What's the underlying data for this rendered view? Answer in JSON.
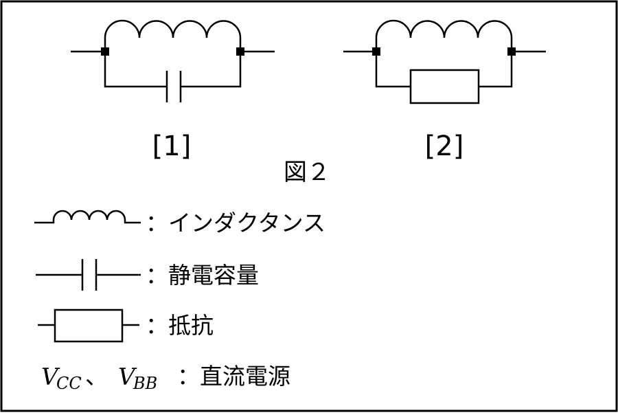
{
  "figure": {
    "title": "図２",
    "circuits": [
      {
        "label": "[1]"
      },
      {
        "label": "[2]"
      }
    ]
  },
  "legend": {
    "items": [
      {
        "symbol": "inductor",
        "text": "：インダクタンス"
      },
      {
        "symbol": "capacitor",
        "text": "：静電容量"
      },
      {
        "symbol": "resistor",
        "text": "：抵抗"
      }
    ],
    "dc_source": {
      "v1_main": "V",
      "v1_sub": "CC",
      "sep": "、",
      "v2_main": "V",
      "v2_sub": "BB",
      "text": "：直流電源"
    }
  },
  "colors": {
    "line": "#000000",
    "background": "#ffffff"
  }
}
